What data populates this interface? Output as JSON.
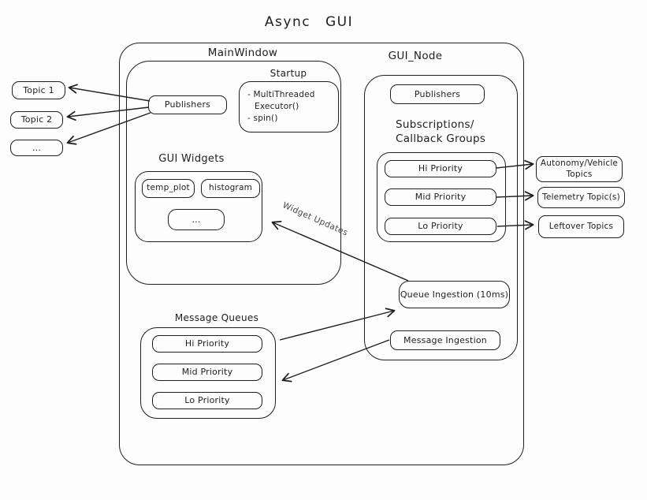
{
  "title": "Async GUI",
  "colors": {
    "stroke": "#1e1e1e",
    "background": "#fdfdfd",
    "edge_label": "#474747"
  },
  "left_topics": [
    "Topic 1",
    "Topic 2",
    "..."
  ],
  "main_window": {
    "label": "MainWindow",
    "publishers_label": "Publishers",
    "startup": {
      "label": "Startup",
      "line1": "- MultiThreaded",
      "line2": "Executor()",
      "line3": "- spin()"
    },
    "gui_widgets": {
      "label": "GUI Widgets",
      "widgets": [
        "temp_plot",
        "histogram",
        "..."
      ]
    }
  },
  "gui_node": {
    "label": "GUI_Node",
    "publishers_label": "Publishers",
    "subscriptions": {
      "title_line1": "Subscriptions/",
      "title_line2": "Callback Groups",
      "groups": [
        "Hi Priority",
        "Mid Priority",
        "Lo Priority"
      ]
    },
    "queue_ingestion_label": "Queue Ingestion (10ms)",
    "message_ingestion_label": "Message Ingestion"
  },
  "right_topics": [
    "Autonomy/Vehicle Topics",
    "Telemetry Topic(s)",
    "Leftover Topics"
  ],
  "message_queues": {
    "label": "Message Queues",
    "queues": [
      "Hi Priority",
      "Mid Priority",
      "Lo Priority"
    ]
  },
  "edge_labels": {
    "widget_updates": "Widget Updates"
  }
}
